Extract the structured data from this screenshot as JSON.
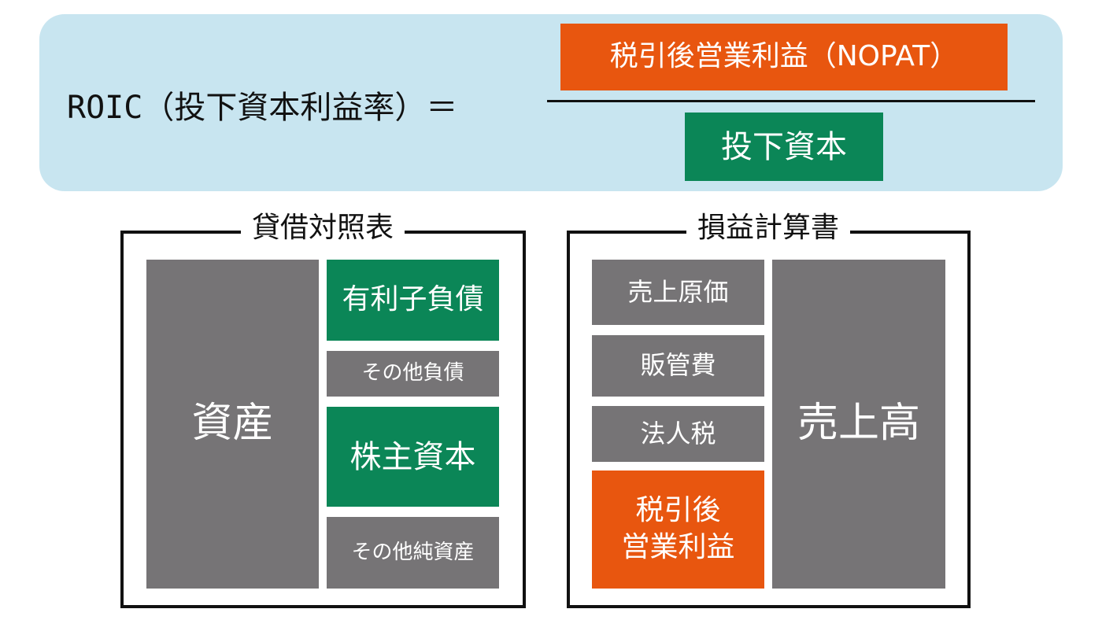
{
  "formula": {
    "left": "ROIC（投下資本利益率）＝",
    "numerator": "税引後営業利益（NOPAT）",
    "denominator": "投下資本"
  },
  "balance_sheet": {
    "title": "貸借対照表",
    "assets": "資産",
    "interest_bearing_debt": "有利子負債",
    "other_liabilities": "その他負債",
    "shareholders_equity": "株主資本",
    "other_net_assets": "その他純資産"
  },
  "income_statement": {
    "title": "損益計算書",
    "cost_of_sales": "売上原価",
    "sga": "販管費",
    "corporate_tax": "法人税",
    "nopat_line1": "税引後",
    "nopat_line2": "営業利益",
    "revenue": "売上高"
  },
  "colors": {
    "orange": "#e8560f",
    "green": "#0b8657",
    "gray": "#767476",
    "panel": "#c8e5f0"
  }
}
